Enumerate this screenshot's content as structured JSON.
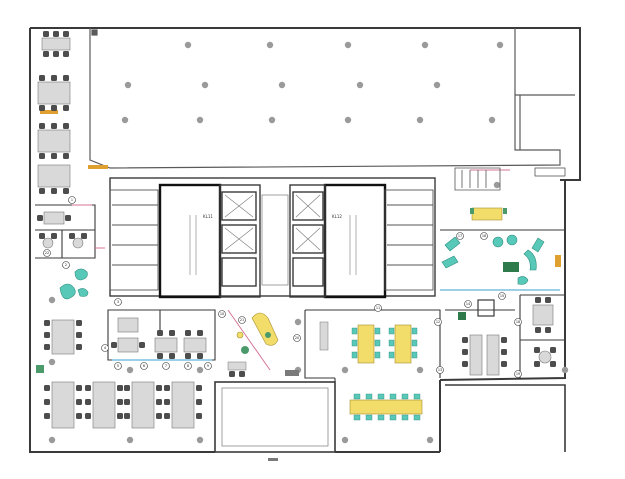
{
  "plan": {
    "colors": {
      "wall": "#3a3a3a",
      "thin": "#7a7a7a",
      "desk": "#d9d9d9",
      "chair": "#4d4d4d",
      "column": "#9a9a9a",
      "yellow": "#f2dc6a",
      "green": "#4a9a6b",
      "teal": "#58c8b8",
      "blue": "#3aa0d0",
      "pink": "#d4769a",
      "orange": "#e0a030"
    },
    "labels": {
      "core_left": "KL11",
      "core_right": "KL12",
      "door_1": "1",
      "door_2": "2",
      "door_3": "3",
      "door_4": "4",
      "door_5": "5",
      "door_6": "6",
      "door_7": "7",
      "door_8": "8",
      "door_9": "9",
      "door_10": "10",
      "door_11": "11",
      "door_12": "12",
      "door_13": "13",
      "door_14": "14",
      "door_15": "15",
      "door_16": "16",
      "door_17": "17",
      "door_18": "18",
      "door_19": "19",
      "door_20": "20",
      "door_21": "21",
      "door_22": "22"
    }
  }
}
